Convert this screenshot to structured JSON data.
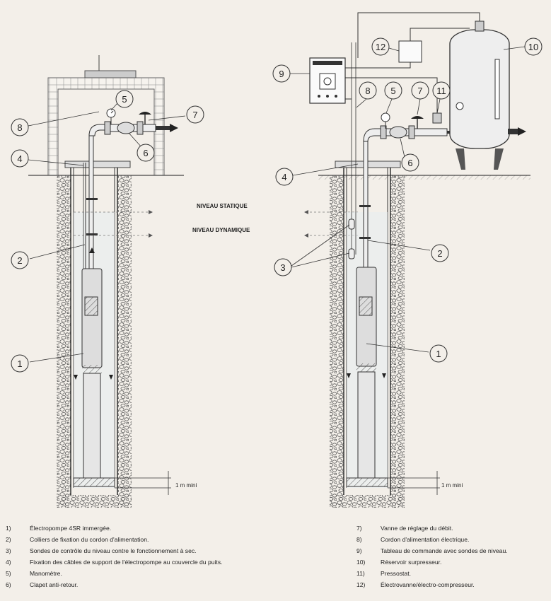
{
  "diagram": {
    "niveau_statique": "NIVEAU STATIQUE",
    "niveau_dynamique": "NIVEAU DYNAMIQUE",
    "min_depth": "1 m mini",
    "callouts": [
      "1",
      "2",
      "3",
      "4",
      "5",
      "6",
      "7",
      "8",
      "9",
      "10",
      "11",
      "12"
    ]
  },
  "legend": {
    "left": [
      {
        "num": "1)",
        "text": "Électropompe 4SR immergée."
      },
      {
        "num": "2)",
        "text": "Colliers de fixation du cordon d'alimentation."
      },
      {
        "num": "3)",
        "text": "Sondes de contrôle du niveau contre le fonctionnement à sec."
      },
      {
        "num": "4)",
        "text": "Fixation des câbles de support de l'électropompe au couvercle du puits."
      },
      {
        "num": "5)",
        "text": "Manomètre."
      },
      {
        "num": "6)",
        "text": "Clapet anti-retour."
      }
    ],
    "right": [
      {
        "num": "7)",
        "text": "Vanne de réglage du débit."
      },
      {
        "num": "8)",
        "text": "Cordon d'alimentation électrique."
      },
      {
        "num": "9)",
        "text": "Tableau de commande avec sondes de niveau."
      },
      {
        "num": "10)",
        "text": "Réservoir surpresseur."
      },
      {
        "num": "11)",
        "text": "Pressostat."
      },
      {
        "num": "12)",
        "text": "Électrovanne/électro-compresseur."
      }
    ]
  }
}
